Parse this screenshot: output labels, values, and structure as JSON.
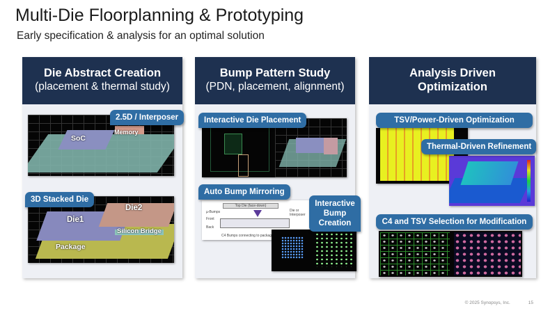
{
  "title": "Multi-Die Floorplanning & Prototyping",
  "subtitle": "Early specification & analysis for an optimal solution",
  "panels": [
    {
      "title": "Die Abstract Creation",
      "subtitle": "(placement & thermal study)",
      "tags": [
        "2.5D / Interposer",
        "3D Stacked Die"
      ],
      "labels": {
        "soc": "SoC",
        "memory": "Memory",
        "die1": "Die1",
        "die2": "Die2",
        "bridge": "Silicon Bridge",
        "package": "Package"
      }
    },
    {
      "title": "Bump Pattern Study",
      "subtitle": "(PDN, placement, alignment)",
      "tags": [
        "Interactive Die Placement",
        "Auto Bump Mirroring",
        "Interactive Bump Creation"
      ],
      "diagram": {
        "top": "Top Die (face-down)",
        "ubumps": "µ-Bumps",
        "front": "Front",
        "back": "Back",
        "die": "Die or Interposer",
        "c4": "C4 Bumps connecting to package"
      }
    },
    {
      "title": "Analysis Driven Optimization",
      "subtitle": "",
      "tags": [
        "TSV/Power-Driven Optimization",
        "Thermal-Driven Refinement",
        "C4 and TSV Selection for Modification"
      ]
    }
  ],
  "footer": {
    "copyright": "© 2025 Synopsys, Inc.",
    "page": "15"
  },
  "colors": {
    "header": "#1e3150",
    "tag": "#2f6da4",
    "panel": "#eef0f5"
  }
}
